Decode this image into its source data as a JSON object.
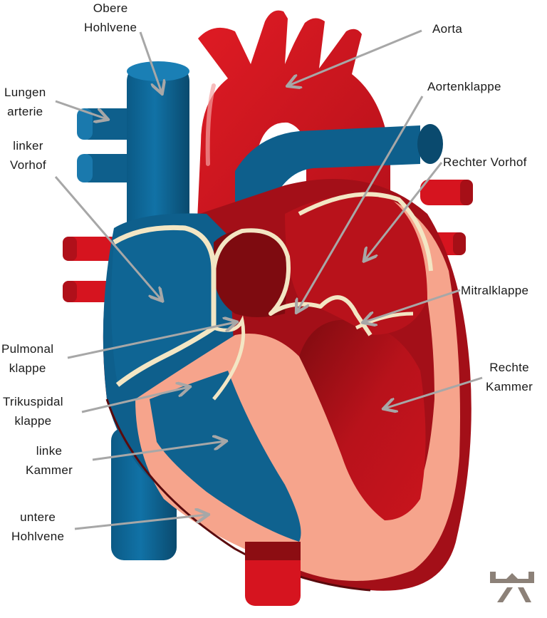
{
  "diagram": {
    "subject": "Heart anatomy",
    "colors": {
      "vein_blue": "#0e5f8c",
      "vein_blue_dark": "#0a4a6e",
      "artery_red": "#d6141f",
      "artery_red_dark": "#9e0f17",
      "chamber_dark_red": "#8c0d12",
      "septum_salmon": "#f6a48c",
      "valve_cream": "#f3e6c4",
      "arrow_gray": "#a7a7a7",
      "logo_taupe": "#8c8178",
      "text": "#1a1a1a"
    },
    "labels": [
      {
        "id": "obere-hohlvene",
        "lines": [
          "Obere",
          "Hohlvene"
        ]
      },
      {
        "id": "lungenarterie",
        "lines": [
          "Lungen",
          "arterie"
        ]
      },
      {
        "id": "linker-vorhof",
        "lines": [
          "linker",
          "Vorhof"
        ]
      },
      {
        "id": "pulmonalklappe",
        "lines": [
          "Pulmonal",
          "klappe"
        ]
      },
      {
        "id": "trikuspidalklappe",
        "lines": [
          "Trikuspidal",
          "klappe"
        ]
      },
      {
        "id": "linke-kammer",
        "lines": [
          "linke",
          "Kammer"
        ]
      },
      {
        "id": "untere-hohlvene",
        "lines": [
          "untere",
          "Hohlvene"
        ]
      },
      {
        "id": "aorta",
        "lines": [
          "Aorta"
        ]
      },
      {
        "id": "aortenklappe",
        "lines": [
          "Aortenklappe"
        ]
      },
      {
        "id": "rechter-vorhof",
        "lines": [
          "Rechter Vorhof"
        ]
      },
      {
        "id": "mitralklappe",
        "lines": [
          "Mitralklappe"
        ]
      },
      {
        "id": "rechte-kammer",
        "lines": [
          "Rechte",
          "Kammer"
        ]
      }
    ],
    "logo": {
      "icon": "bench-logo-icon"
    }
  }
}
